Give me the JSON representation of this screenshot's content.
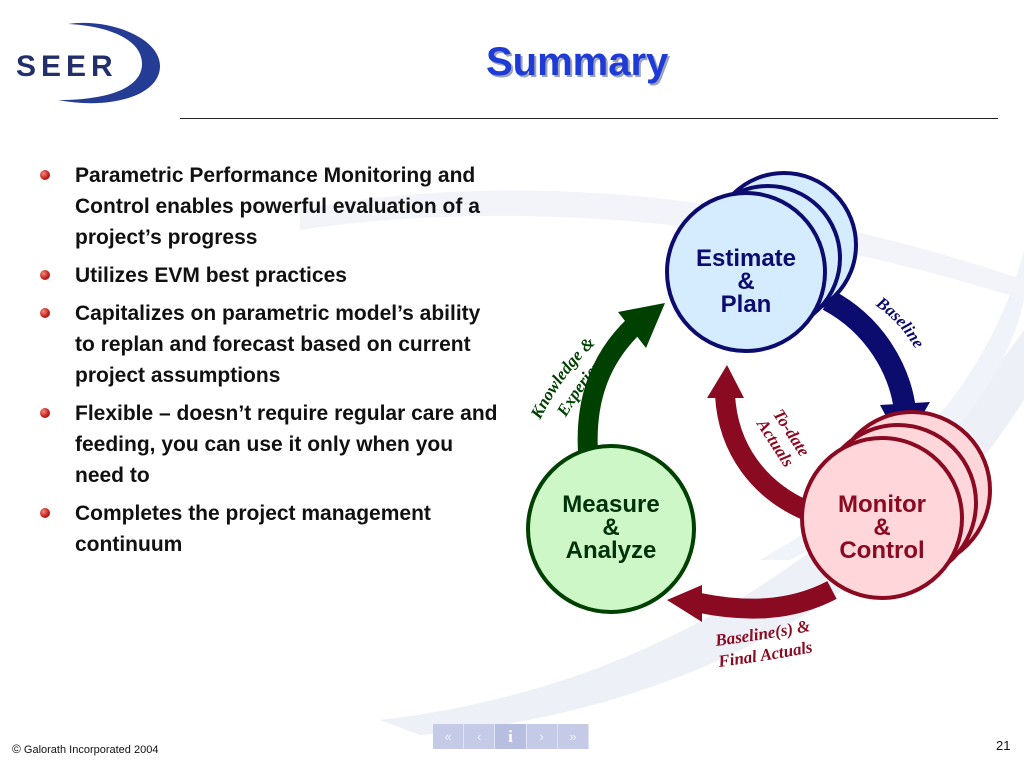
{
  "logo": {
    "text": "SEER"
  },
  "title": "Summary",
  "bullets": [
    "Parametric Performance Monitoring and Control enables powerful evaluation of a project’s progress",
    "Utilizes EVM best practices",
    "Capitalizes on parametric model’s ability to replan and forecast based on current project assumptions",
    "Flexible – doesn’t require regular care and feeding, you can use it only when you need to",
    "Completes the project management continuum"
  ],
  "diagram": {
    "nodes": {
      "estimate": {
        "line1": "Estimate",
        "line2": "&",
        "line3": "Plan",
        "fill": "#d5ecff",
        "stroke": "#0c0c6e"
      },
      "monitor": {
        "line1": "Monitor",
        "line2": "&",
        "line3": "Control",
        "fill": "#ffd6da",
        "stroke": "#8a0a22",
        "text_color": "#8a0a22"
      },
      "measure": {
        "line1": "Measure",
        "line2": "&",
        "line3": "Analyze",
        "fill": "#cdf7c6",
        "stroke": "#004000",
        "text_color": "#00320a"
      }
    },
    "arrows": {
      "baseline": {
        "label": "Baseline",
        "color": "#0c0c6e"
      },
      "to_date_actuals": {
        "line1": "To-date",
        "line2": "Actuals",
        "color": "#8a0a22"
      },
      "final_actuals": {
        "line1": "Baseline(s) &",
        "line2": "Final Actuals",
        "color": "#8a0a22"
      },
      "knowledge": {
        "line1": "Knowledge &",
        "line2": "Experience",
        "color": "#004000"
      }
    }
  },
  "footer": {
    "copyright_symbol": "©",
    "text": "Galorath Incorporated 2004"
  },
  "page_number": "21",
  "nav": {
    "info_label": "i",
    "first": "«",
    "prev": "‹",
    "next": "›",
    "last": "»"
  }
}
